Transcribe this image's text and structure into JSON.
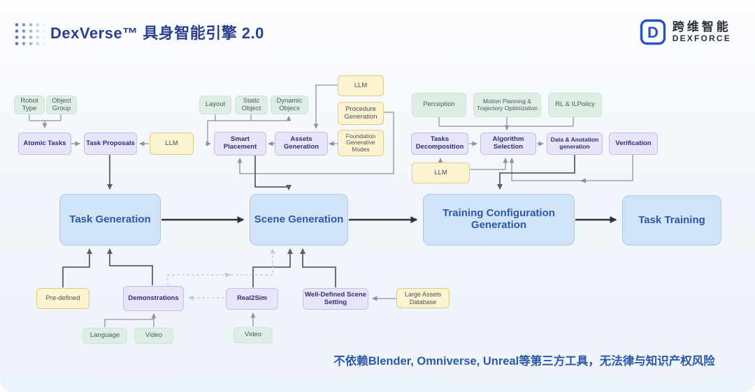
{
  "header": {
    "title": "DexVerse™ 具身智能引擎 2.0",
    "logo": {
      "mark": "D",
      "company_cn": "跨维智能",
      "company_en": "DEXFORCE"
    }
  },
  "nodes": {
    "robot_type": {
      "label": "Robot Type"
    },
    "object_group": {
      "label": "Object Group"
    },
    "atomic_tasks": {
      "label": "Atomic Tasks"
    },
    "task_proposals": {
      "label": "Task Proposals"
    },
    "llm_left": {
      "label": "LLM"
    },
    "layout": {
      "label": "Layout"
    },
    "static_object": {
      "label": "Static Object"
    },
    "dynamic_objects": {
      "label": "Dynamic Objecs"
    },
    "smart_placement": {
      "label": "Smart Placement"
    },
    "assets_generation": {
      "label": "Assets Generation"
    },
    "llm_top": {
      "label": "LLM"
    },
    "procedure_generation": {
      "label": "Procedure Generation"
    },
    "foundation_generative_modes": {
      "label": "Foundation Generative Modes"
    },
    "perception": {
      "label": "Perception"
    },
    "motion_planning": {
      "label": "Motion Planning & Trajectory Optimization"
    },
    "rl_il_policy": {
      "label": "RL & ILPolicy"
    },
    "tasks_decomposition": {
      "label": "Tasks Decomposition"
    },
    "algorithm_selection": {
      "label": "Algorithm Selection"
    },
    "data_anotation_generation": {
      "label": "Data & Anotation generation"
    },
    "verification": {
      "label": "Verification"
    },
    "llm_right": {
      "label": "LLM"
    },
    "task_generation": {
      "label": "Task Generation"
    },
    "scene_generation": {
      "label": "Scene Generation"
    },
    "training_configuration_generation": {
      "label": "Training Configuration Generation"
    },
    "task_training": {
      "label": "Task Training"
    },
    "pre_defined": {
      "label": "Pre-defined"
    },
    "demonstrations": {
      "label": "Demonstrations"
    },
    "language": {
      "label": "Language"
    },
    "video_left": {
      "label": "Video"
    },
    "real2sim": {
      "label": "Real2Sim"
    },
    "video_mid": {
      "label": "Video"
    },
    "well_defined_scene_setting": {
      "label": "Well-Defined Scene Setting"
    },
    "large_assets_database": {
      "label": "Large Assets Database"
    }
  },
  "footnote": "不依赖Blender, Omniverse, Unreal等第三方工具，无法律与知识产权风险",
  "colors": {
    "title_blue": "#2b3f8e",
    "main_box_fill": "#d0e3f9",
    "green_box_fill": "#ddeee4",
    "yellow_box_fill": "#fcf3d2",
    "purple_box_fill": "#e8e4f9",
    "footnote_blue": "#2b59a8"
  }
}
